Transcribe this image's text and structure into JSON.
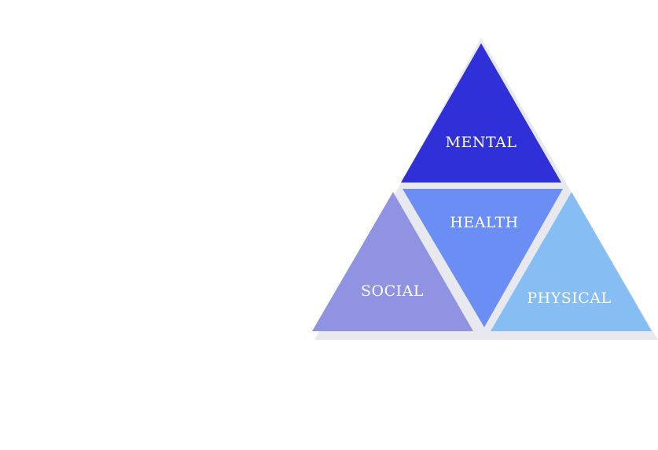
{
  "diagram": {
    "segments": [
      {
        "id": "mental",
        "label": "MENTAL",
        "color": "#3030d8"
      },
      {
        "id": "health",
        "label": "HEALTH",
        "color": "#6a8ef4"
      },
      {
        "id": "social",
        "label": "SOCIAL",
        "color": "#8f93e2"
      },
      {
        "id": "physical",
        "label": "PHYSICAL",
        "color": "#86bdf2"
      }
    ],
    "outline_color": "#e7e9ee"
  }
}
